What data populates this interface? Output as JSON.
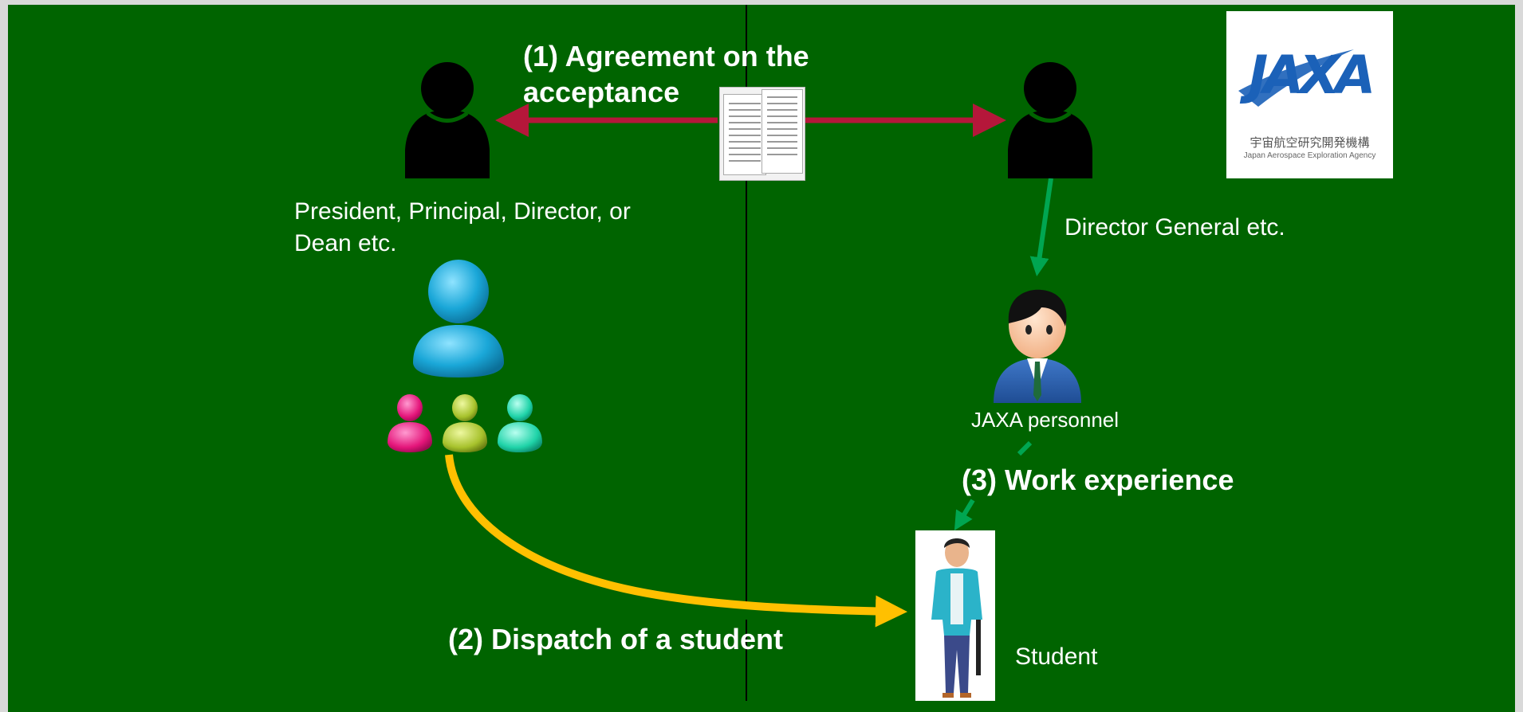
{
  "labels": {
    "agreement": "(1) Agreement on the acceptance",
    "agreement_line1": "(1) Agreement on the",
    "agreement_line2": "acceptance",
    "left_role_line1": "President, Principal, Director, or",
    "left_role_line2": "Dean etc.",
    "right_role": "Director General etc.",
    "jaxa_personnel": "JAXA personnel",
    "work_experience": "(3) Work experience",
    "dispatch": "(2) Dispatch of a student",
    "student": "Student"
  },
  "logo": {
    "mark": "JAXA",
    "japanese": "宇宙航空研究開発機構",
    "english": "Japan Aerospace Exploration Agency"
  },
  "colors": {
    "background": "#006400",
    "agreement_arrow": "#b5173a",
    "dispatch_arrow": "#ffc000",
    "work_arrow": "#00a651",
    "logo_blue": "#1b61b8"
  }
}
